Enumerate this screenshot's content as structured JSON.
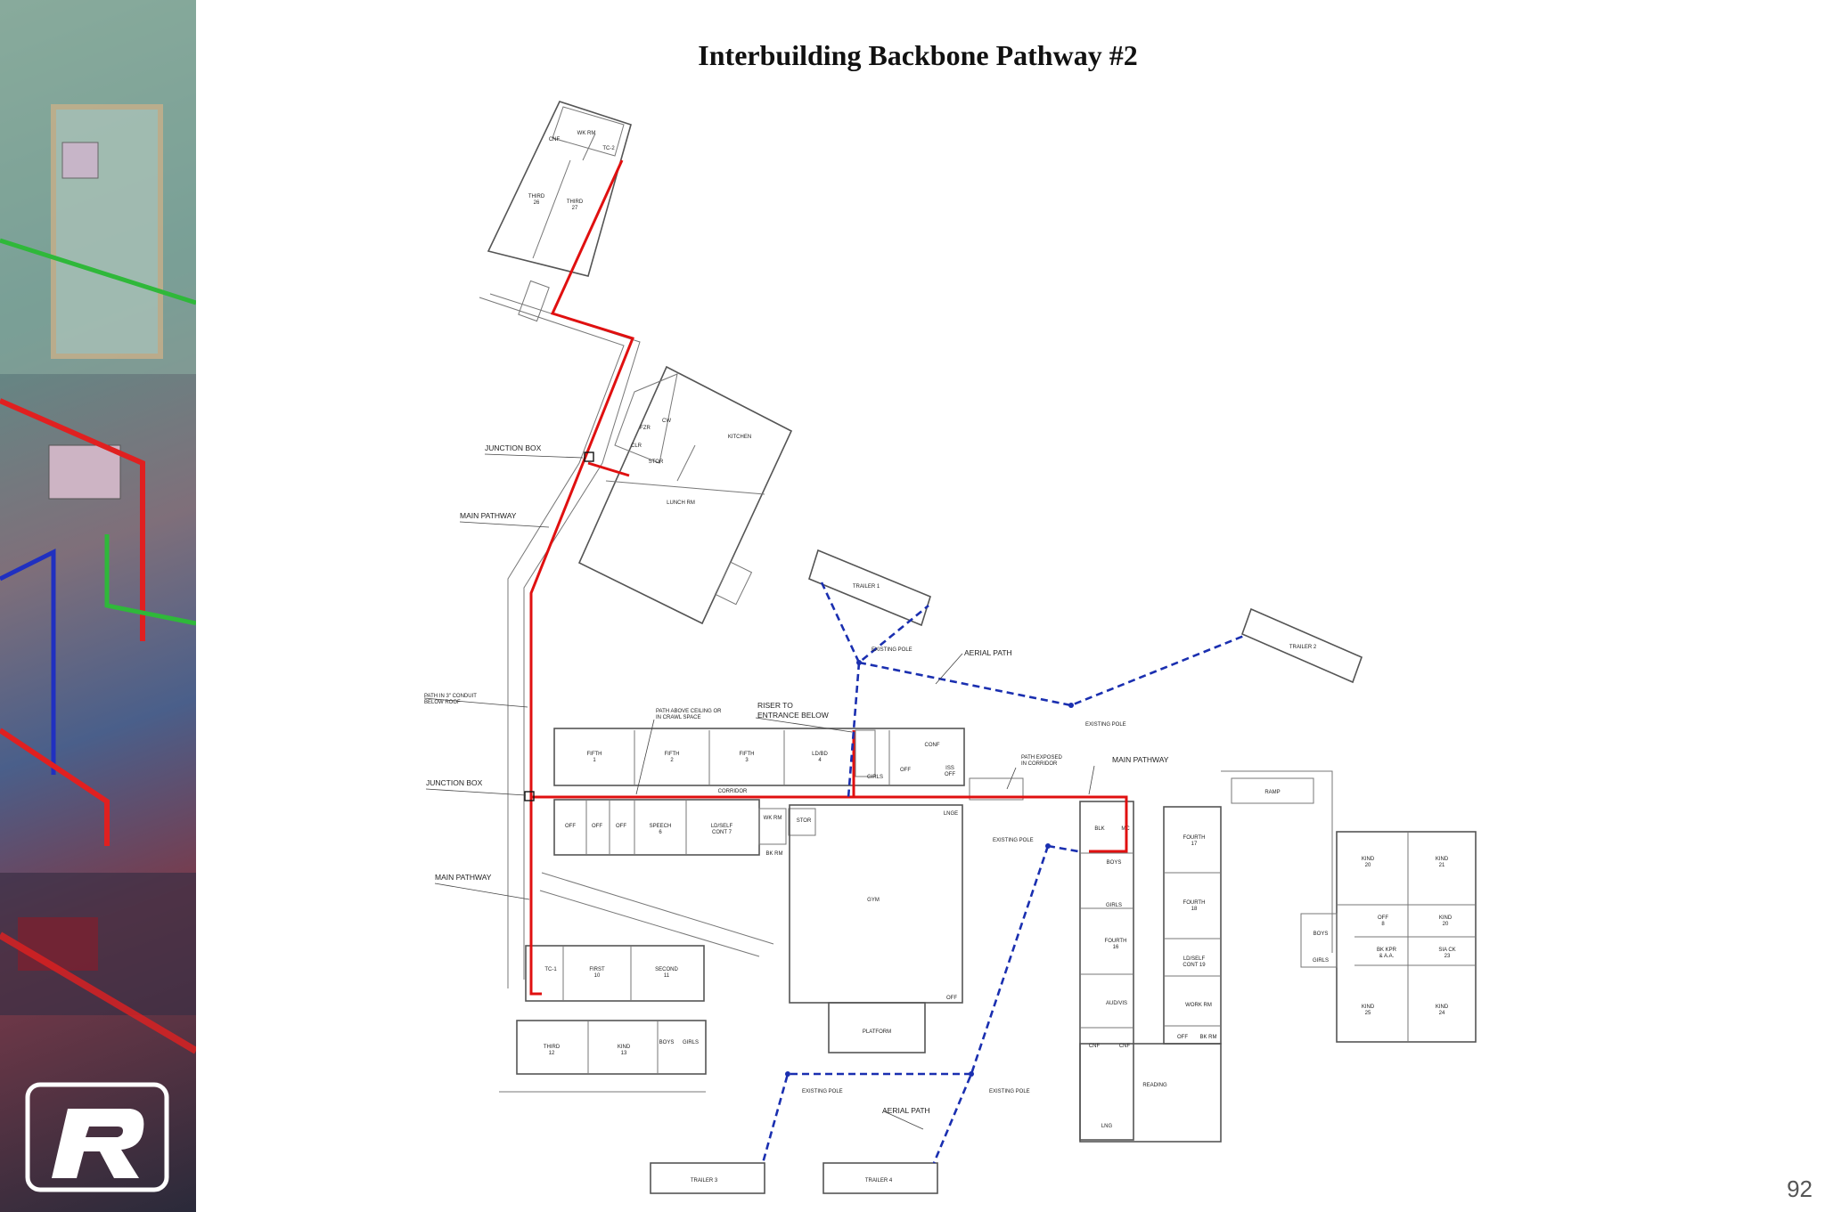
{
  "slide": {
    "title": "Interbuilding Backbone Pathway #2",
    "page_number": "92"
  },
  "annotations": {
    "junction_box_top": "JUNCTION BOX",
    "main_pathway_top": "MAIN PATHWAY",
    "path_conduit_1": "PATH IN 3\" CONDUIT",
    "path_conduit_2": "BELOW ROOF",
    "junction_box_mid": "JUNCTION BOX",
    "main_pathway_bottom": "MAIN PATHWAY",
    "path_above_1": "PATH ABOVE CEILING OR",
    "path_above_2": "IN CRAWL SPACE",
    "riser_1": "RISER TO",
    "riser_2": "ENTRANCE BELOW",
    "aerial_path_top": "AERIAL PATH",
    "aerial_path_bottom": "AERIAL PATH",
    "path_exposed_1": "PATH EXPOSED",
    "path_exposed_2": "IN CORRIDOR",
    "main_pathway_right": "MAIN PATHWAY",
    "existing_pole": "EXISTING POLE"
  },
  "rooms": {
    "cnf": "CNF",
    "wk_rm": "WK RM",
    "tc2": "TC-2",
    "third26_a": "THIRD",
    "third26_b": "26",
    "third27_a": "THIRD",
    "third27_b": "27",
    "fzr": "FZR",
    "cw": "CW",
    "clr": "CLR",
    "stor": "STOR",
    "kitchen": "KITCHEN",
    "lunch_rm": "LUNCH RM",
    "fifth1_a": "FIFTH",
    "fifth1_b": "1",
    "fifth2_a": "FIFTH",
    "fifth2_b": "2",
    "fifth3_a": "FIFTH",
    "fifth3_b": "3",
    "ldbd_a": "LD/BD",
    "ldbd_b": "4",
    "girls": "GIRLS",
    "conf": "CONF",
    "off": "OFF",
    "iss_a": "ISS",
    "iss_b": "OFF",
    "corridor": "CORRIDOR",
    "speech_a": "SPEECH",
    "speech_b": "6",
    "ldself7_a": "LD/SELF",
    "ldself7_b": "CONT 7",
    "wk_rm2": "WK RM",
    "stor2": "STOR",
    "bk_rm": "BK RM",
    "lngе": "LNGE",
    "gym": "GYM",
    "platform": "PLATFORM",
    "tc1": "TC-1",
    "first10_a": "FIRST",
    "first10_b": "10",
    "second11_a": "SECOND",
    "second11_b": "11",
    "third12_a": "THIRD",
    "third12_b": "12",
    "kind13_a": "KIND",
    "kind13_b": "13",
    "boys": "BOYS",
    "blk": "BLK",
    "mc": "MC",
    "fourth17_a": "FOURTH",
    "fourth17_b": "17",
    "fourth18_a": "FOURTH",
    "fourth18_b": "18",
    "fourth16_a": "FOURTH",
    "fourth16_b": "16",
    "ldself19_a": "LD/SELF",
    "ldself19_b": "CONT 19",
    "work_rm": "WORK RM",
    "audvis": "AUD/VIS",
    "bk_rm3": "BK RM",
    "reading": "READING",
    "lng": "LNG",
    "ramp": "RAMP",
    "kind20_a": "KIND",
    "kind20_b": "20",
    "kind21_a": "KIND",
    "kind21_b": "21",
    "off8_a": "OFF",
    "off8_b": "8",
    "kind20b_a": "KIND",
    "kind20b_b": "20",
    "bkkpr_a": "BK KPR",
    "bkkpr_b": "& A.A.",
    "siack_a": "SIA CK",
    "siack_b": "23",
    "kind25_a": "KIND",
    "kind25_b": "25",
    "kind24_a": "KIND",
    "kind24_b": "24",
    "trailer1": "TRAILER 1",
    "trailer2": "TRAILER 2",
    "trailer3": "TRAILER 3",
    "trailer4": "TRAILER 4"
  },
  "colors": {
    "backbone_red": "#e01010",
    "aerial_blue": "#1a2fb0",
    "logo_frame": "#ffffff"
  },
  "icons": {
    "logo": "r-logo-icon"
  }
}
